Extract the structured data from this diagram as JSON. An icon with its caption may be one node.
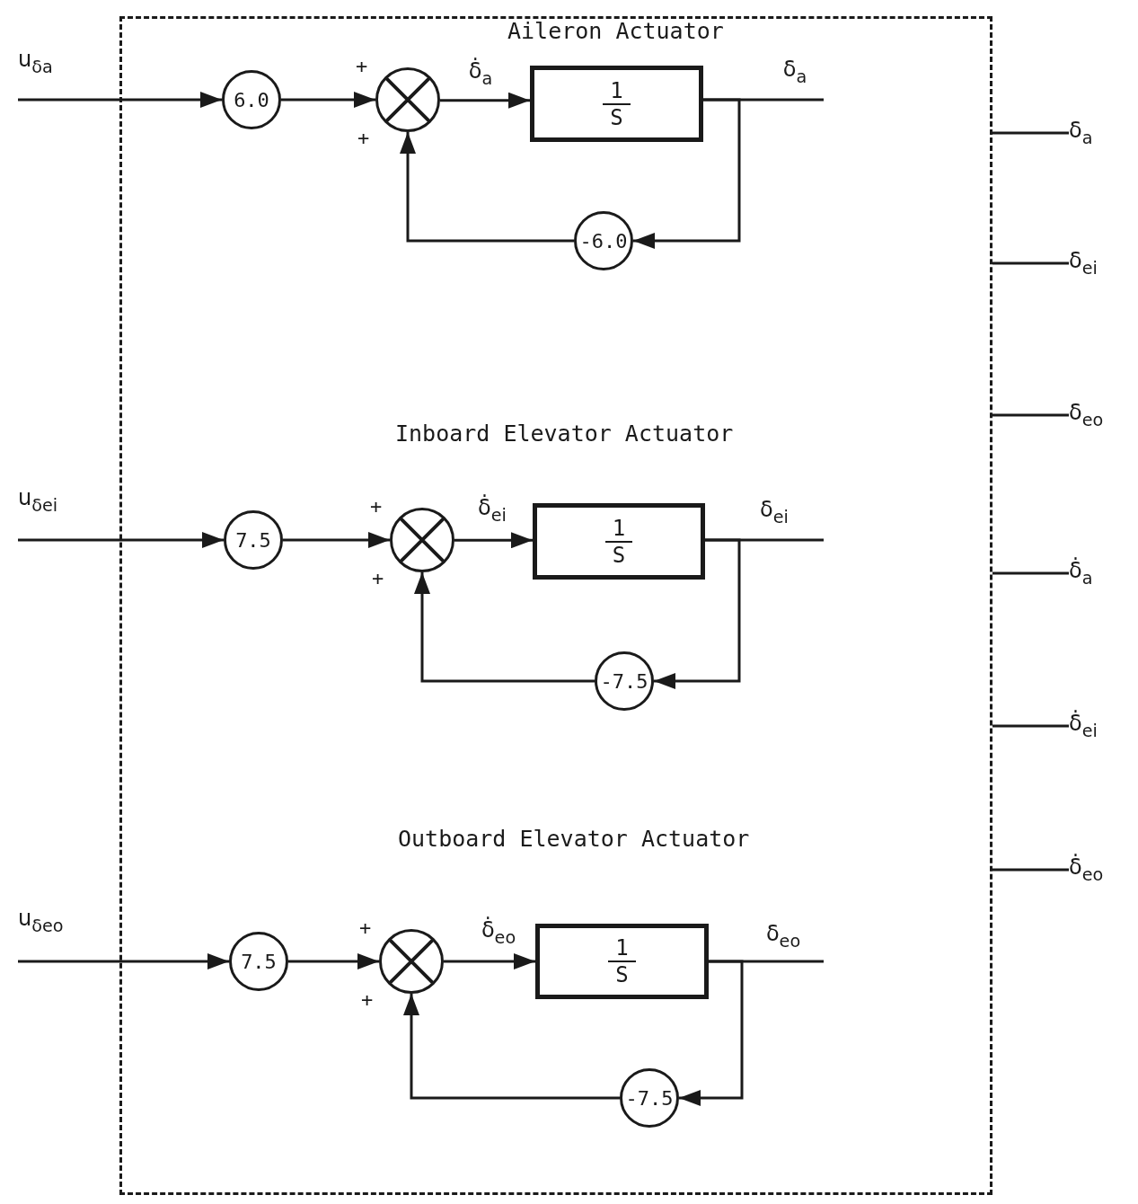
{
  "diagram": {
    "nodes": [
      {
        "text": [],
        "shape": "box"
      },
      {
        "text": [
          "u$_{δa}$"
        ]
      },
      {
        "text": [
          "6.0"
        ],
        "in": 0
      },
      {
        "text": [],
        "shape": "circle",
        "in": 0,
        "beside": [
          "+",
          "+"
        ]
      },
      {
        "text": [
          "1",
          "S"
        ],
        "in": 0
      },
      {
        "text": [
          "-6.0"
        ],
        "in": 0
      },
      {
        "text": [
          "u$_{δei}$"
        ]
      },
      {
        "text": [
          "7.5"
        ],
        "in": 0
      },
      {
        "text": [],
        "shape": "circle",
        "in": 0,
        "beside": [
          "+",
          "+"
        ]
      },
      {
        "text": [
          "1",
          "S"
        ],
        "in": 0
      },
      {
        "text": [
          "-7.5"
        ],
        "in": 0
      },
      {
        "text": [
          "u$_{δeo}$"
        ]
      },
      {
        "text": [
          "7.5"
        ],
        "in": 0
      },
      {
        "text": [],
        "shape": "circle",
        "in": 0,
        "beside": [
          "+",
          "+"
        ]
      },
      {
        "text": [
          "1",
          "S"
        ],
        "in": 0
      },
      {
        "text": [
          "-7.5"
        ],
        "in": 0
      },
      {
        "text": [
          "δ$_{a}$"
        ]
      },
      {
        "text": [
          "δ$_{ei}$"
        ]
      },
      {
        "text": [
          "δ$_{eo}$"
        ]
      },
      {
        "text": [
          "δ̇$_{a}$"
        ]
      },
      {
        "text": [
          "δ̇$_{ei}$"
        ]
      },
      {
        "text": [
          "δ̇$_{eo}$"
        ]
      }
    ],
    "edges": [
      {
        "from": 1,
        "to": 2,
        "arrow": "to"
      },
      {
        "from": 2,
        "to": 3,
        "arrow": "to"
      },
      {
        "from": 3,
        "to": 4,
        "arrow": "to",
        "label": "δ̇$_{a}$"
      },
      {
        "from": 4,
        "to": null,
        "arrow": "none",
        "label": "δ$_{a}$"
      },
      {
        "from": 4,
        "to": 5,
        "arrow": "to"
      },
      {
        "from": 5,
        "to": 3,
        "arrow": "to"
      },
      {
        "from": 6,
        "to": 7,
        "arrow": "to"
      },
      {
        "from": 7,
        "to": 8,
        "arrow": "to"
      },
      {
        "from": 8,
        "to": 9,
        "arrow": "to",
        "label": "δ̇$_{ei}$"
      },
      {
        "from": 9,
        "to": null,
        "arrow": "none",
        "label": "δ$_{ei}$"
      },
      {
        "from": 9,
        "to": 10,
        "arrow": "to"
      },
      {
        "from": 10,
        "to": 8,
        "arrow": "to"
      },
      {
        "from": 11,
        "to": 12,
        "arrow": "to"
      },
      {
        "from": 12,
        "to": 13,
        "arrow": "to"
      },
      {
        "from": 13,
        "to": 14,
        "arrow": "to",
        "label": "δ̇$_{eo}$"
      },
      {
        "from": 14,
        "to": null,
        "arrow": "none",
        "label": "δ$_{eo}$"
      },
      {
        "from": 14,
        "to": 15,
        "arrow": "to"
      },
      {
        "from": 15,
        "to": 13,
        "arrow": "to"
      },
      {
        "from": 0,
        "to": 16,
        "arrow": "none"
      },
      {
        "from": 0,
        "to": 17,
        "arrow": "none"
      },
      {
        "from": 0,
        "to": 18,
        "arrow": "none"
      },
      {
        "from": 0,
        "to": 19,
        "arrow": "none"
      },
      {
        "from": 0,
        "to": 20,
        "arrow": "none"
      },
      {
        "from": 0,
        "to": 21,
        "arrow": "none"
      }
    ],
    "labels": [
      "Aileron Actuator",
      "Inboard Elevator Actuator",
      "Outboard Elevator Actuator"
    ]
  }
}
